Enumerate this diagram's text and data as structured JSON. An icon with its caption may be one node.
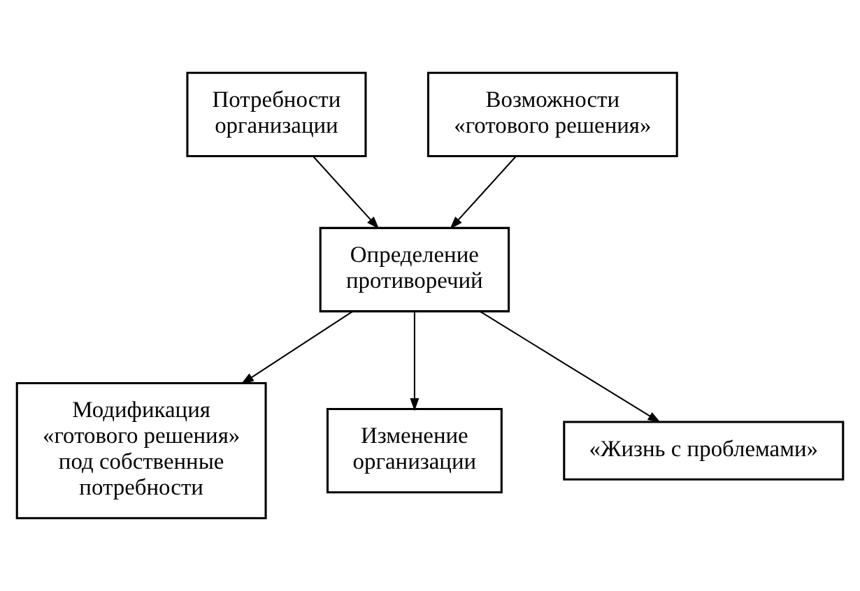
{
  "diagram": {
    "nodes": [
      {
        "text": [
          "Потребности организации"
        ]
      },
      {
        "text": [
          "Возможности «готового решения»"
        ]
      },
      {
        "text": [
          "Определение противоречий"
        ]
      },
      {
        "text": [
          "Модификация «готового решения» под собственные потребности"
        ]
      },
      {
        "text": [
          "Изменение организации"
        ]
      },
      {
        "text": [
          "«Жизнь с проблемами»"
        ]
      }
    ],
    "edges": [
      {
        "from": 0,
        "to": 2,
        "arrow": "to"
      },
      {
        "from": 1,
        "to": 2,
        "arrow": "to"
      },
      {
        "from": 2,
        "to": 3,
        "arrow": "to"
      },
      {
        "from": 2,
        "to": 4,
        "arrow": "to"
      },
      {
        "from": 2,
        "to": 5,
        "arrow": "to"
      }
    ]
  }
}
